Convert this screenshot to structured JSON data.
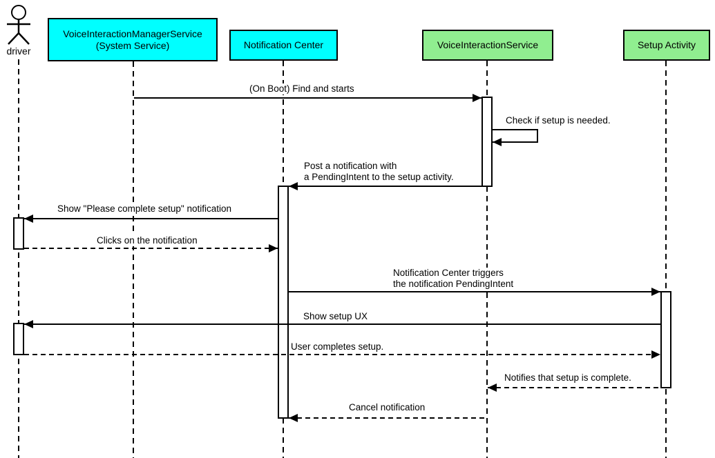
{
  "diagram_type": "uml-sequence-diagram",
  "colors": {
    "cyan_box": "#00FFFF",
    "green_box": "#90EE90",
    "line": "#000000",
    "background": "#FFFFFF"
  },
  "participants": [
    {
      "label": "driver",
      "type": "actor"
    },
    {
      "label": "VoiceInteractionManagerService\n(System Service)",
      "type": "box",
      "fill": "#00FFFF"
    },
    {
      "label": "Notification Center",
      "type": "box",
      "fill": "#00FFFF"
    },
    {
      "label": "VoiceInteractionService",
      "type": "box",
      "fill": "#90EE90"
    },
    {
      "label": "Setup Activity",
      "type": "box",
      "fill": "#90EE90"
    }
  ],
  "messages": [
    {
      "label": "(On Boot) Find and starts",
      "from": "VoiceInteractionManagerService",
      "to": "VoiceInteractionService",
      "style": "solid"
    },
    {
      "label": "Check if setup is needed.",
      "from": "VoiceInteractionService",
      "to": "VoiceInteractionService",
      "style": "solid-self"
    },
    {
      "label": "Post a notification with\na PendingIntent to the setup activity.",
      "from": "VoiceInteractionService",
      "to": "Notification Center",
      "style": "solid"
    },
    {
      "label": "Show \"Please complete setup\" notification",
      "from": "Notification Center",
      "to": "driver",
      "style": "solid"
    },
    {
      "label": "Clicks on the notification",
      "from": "driver",
      "to": "Notification Center",
      "style": "dashed"
    },
    {
      "label": "Notification Center triggers\nthe notification PendingIntent",
      "from": "Notification Center",
      "to": "Setup Activity",
      "style": "solid"
    },
    {
      "label": "Show setup UX",
      "from": "Setup Activity",
      "to": "driver",
      "style": "solid"
    },
    {
      "label": "User completes setup.",
      "from": "driver",
      "to": "Setup Activity",
      "style": "dashed"
    },
    {
      "label": "Notifies that setup is complete.",
      "from": "Setup Activity",
      "to": "VoiceInteractionService",
      "style": "dashed"
    },
    {
      "label": "Cancel notification",
      "from": "VoiceInteractionService",
      "to": "Notification Center",
      "style": "dashed"
    }
  ]
}
